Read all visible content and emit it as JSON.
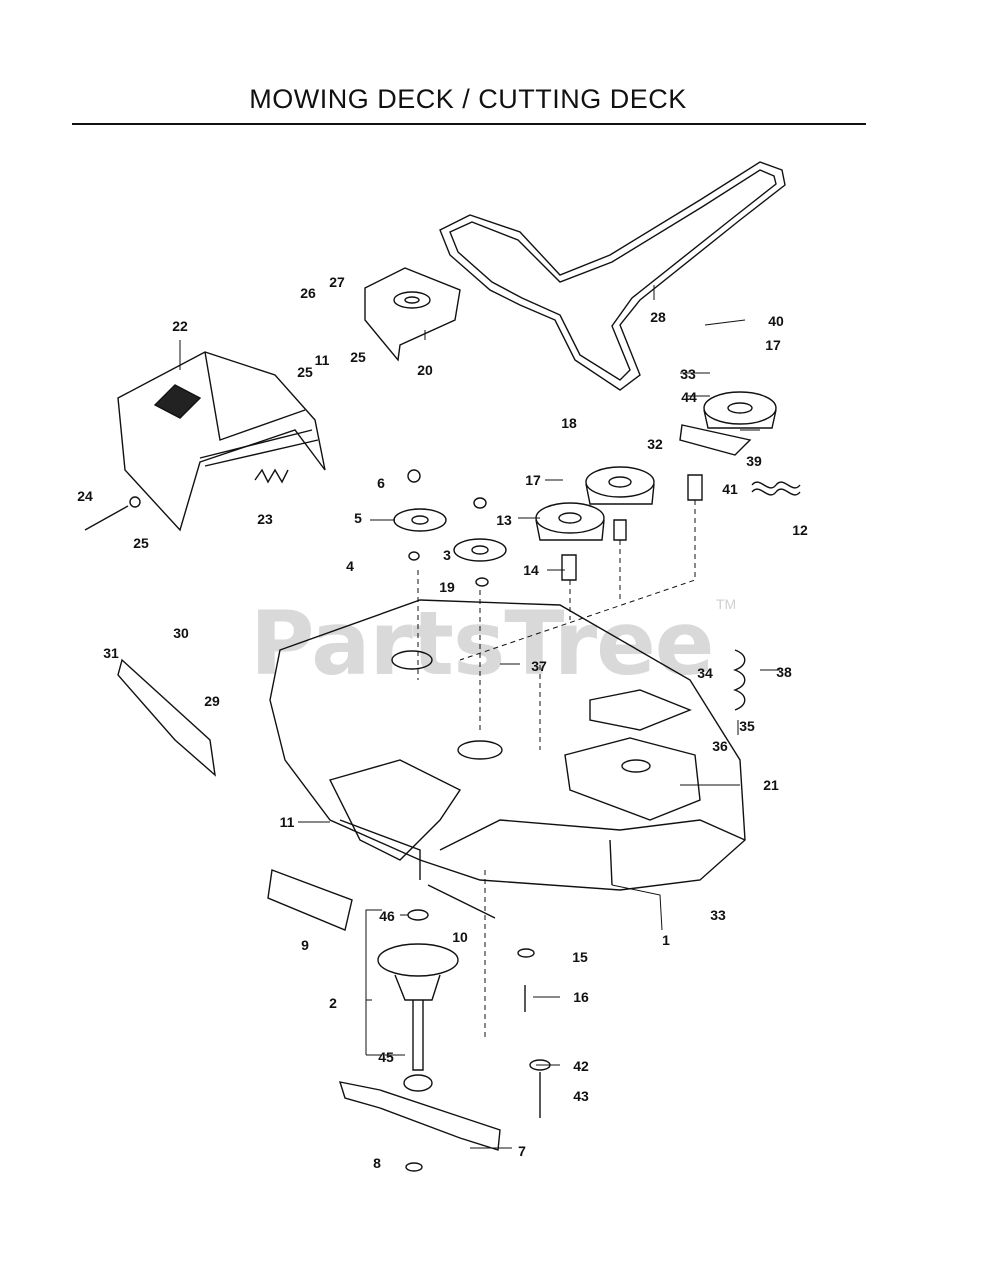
{
  "title": "MOWING DECK / CUTTING DECK",
  "watermark": "PartsTree",
  "watermark_mark": "TM",
  "labels": {
    "l1": "1",
    "l2": "2",
    "l3": "3",
    "l4": "4",
    "l5": "5",
    "l6": "6",
    "l7": "7",
    "l8": "8",
    "l9": "9",
    "l10": "10",
    "l11a": "11",
    "l11b": "11",
    "l12": "12",
    "l13": "13",
    "l14": "14",
    "l15": "15",
    "l16": "16",
    "l17a": "17",
    "l17b": "17",
    "l18": "18",
    "l19": "19",
    "l20": "20",
    "l21": "21",
    "l22": "22",
    "l23": "23",
    "l24": "24",
    "l25a": "25",
    "l25b": "25",
    "l25c": "25",
    "l26": "26",
    "l27": "27",
    "l28": "28",
    "l29": "29",
    "l30": "30",
    "l31": "31",
    "l32": "32",
    "l33a": "33",
    "l33b": "33",
    "l34": "34",
    "l35": "35",
    "l36": "36",
    "l37": "37",
    "l38": "38",
    "l39": "39",
    "l40": "40",
    "l41": "41",
    "l42": "42",
    "l43": "43",
    "l44": "44",
    "l45": "45",
    "l46": "46"
  }
}
